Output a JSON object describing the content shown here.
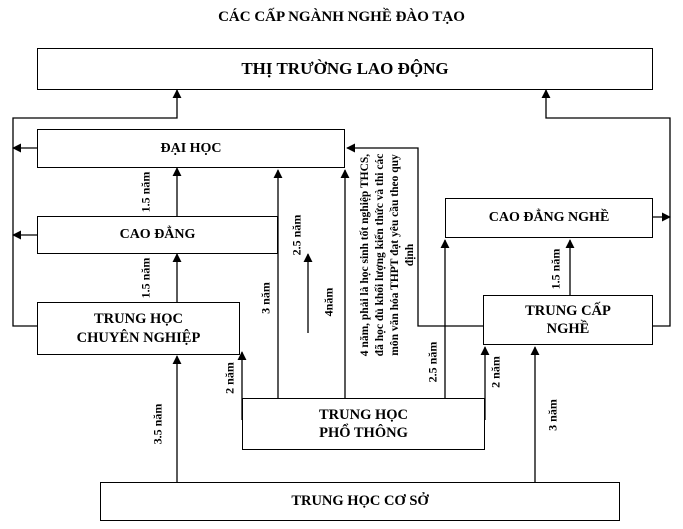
{
  "title": "CÁC CẤP NGÀNH NGHỀ ĐÀO TẠO",
  "boxes": {
    "labor_market": "THỊ TRƯỜNG LAO ĐỘNG",
    "university": "ĐẠI HỌC",
    "college": "CAO ĐẲNG",
    "vocational_college": "CAO ĐẲNG NGHỀ",
    "professional_secondary_1": "TRUNG HỌC",
    "professional_secondary_2": "CHUYÊN NGHIỆP",
    "vocational_secondary_1": "Trung cấp",
    "vocational_secondary_2": "NGHỀ",
    "high_school_1": "TRUNG HỌC",
    "high_school_2": "PHỔ THÔNG",
    "lower_secondary": "TRUNG HỌC CƠ SỞ"
  },
  "durations": {
    "college_to_university": "1.5 năm",
    "pro_secondary_to_college": "1.5 năm",
    "high_school_to_college": "2.5 năm",
    "pro_secondary_to_university": "3 năm",
    "high_school_to_university": "4năm",
    "high_school_to_vocational_college": "2.5 năm",
    "vocational_to_vocational_college": "1.5 năm",
    "lower_secondary_to_pro_secondary": "3.5 năm",
    "high_school_to_pro_secondary": "2 năm",
    "high_school_to_vocational_secondary": "2 năm",
    "lower_secondary_to_vocational_secondary": "3 năm"
  },
  "note": "4 năm, phải là học sinh tốt nghiệp THCS, đã học đủ khối lượng kiến thức và thi các môn văn hóa THPT đạt yêu cầu theo quy định"
}
